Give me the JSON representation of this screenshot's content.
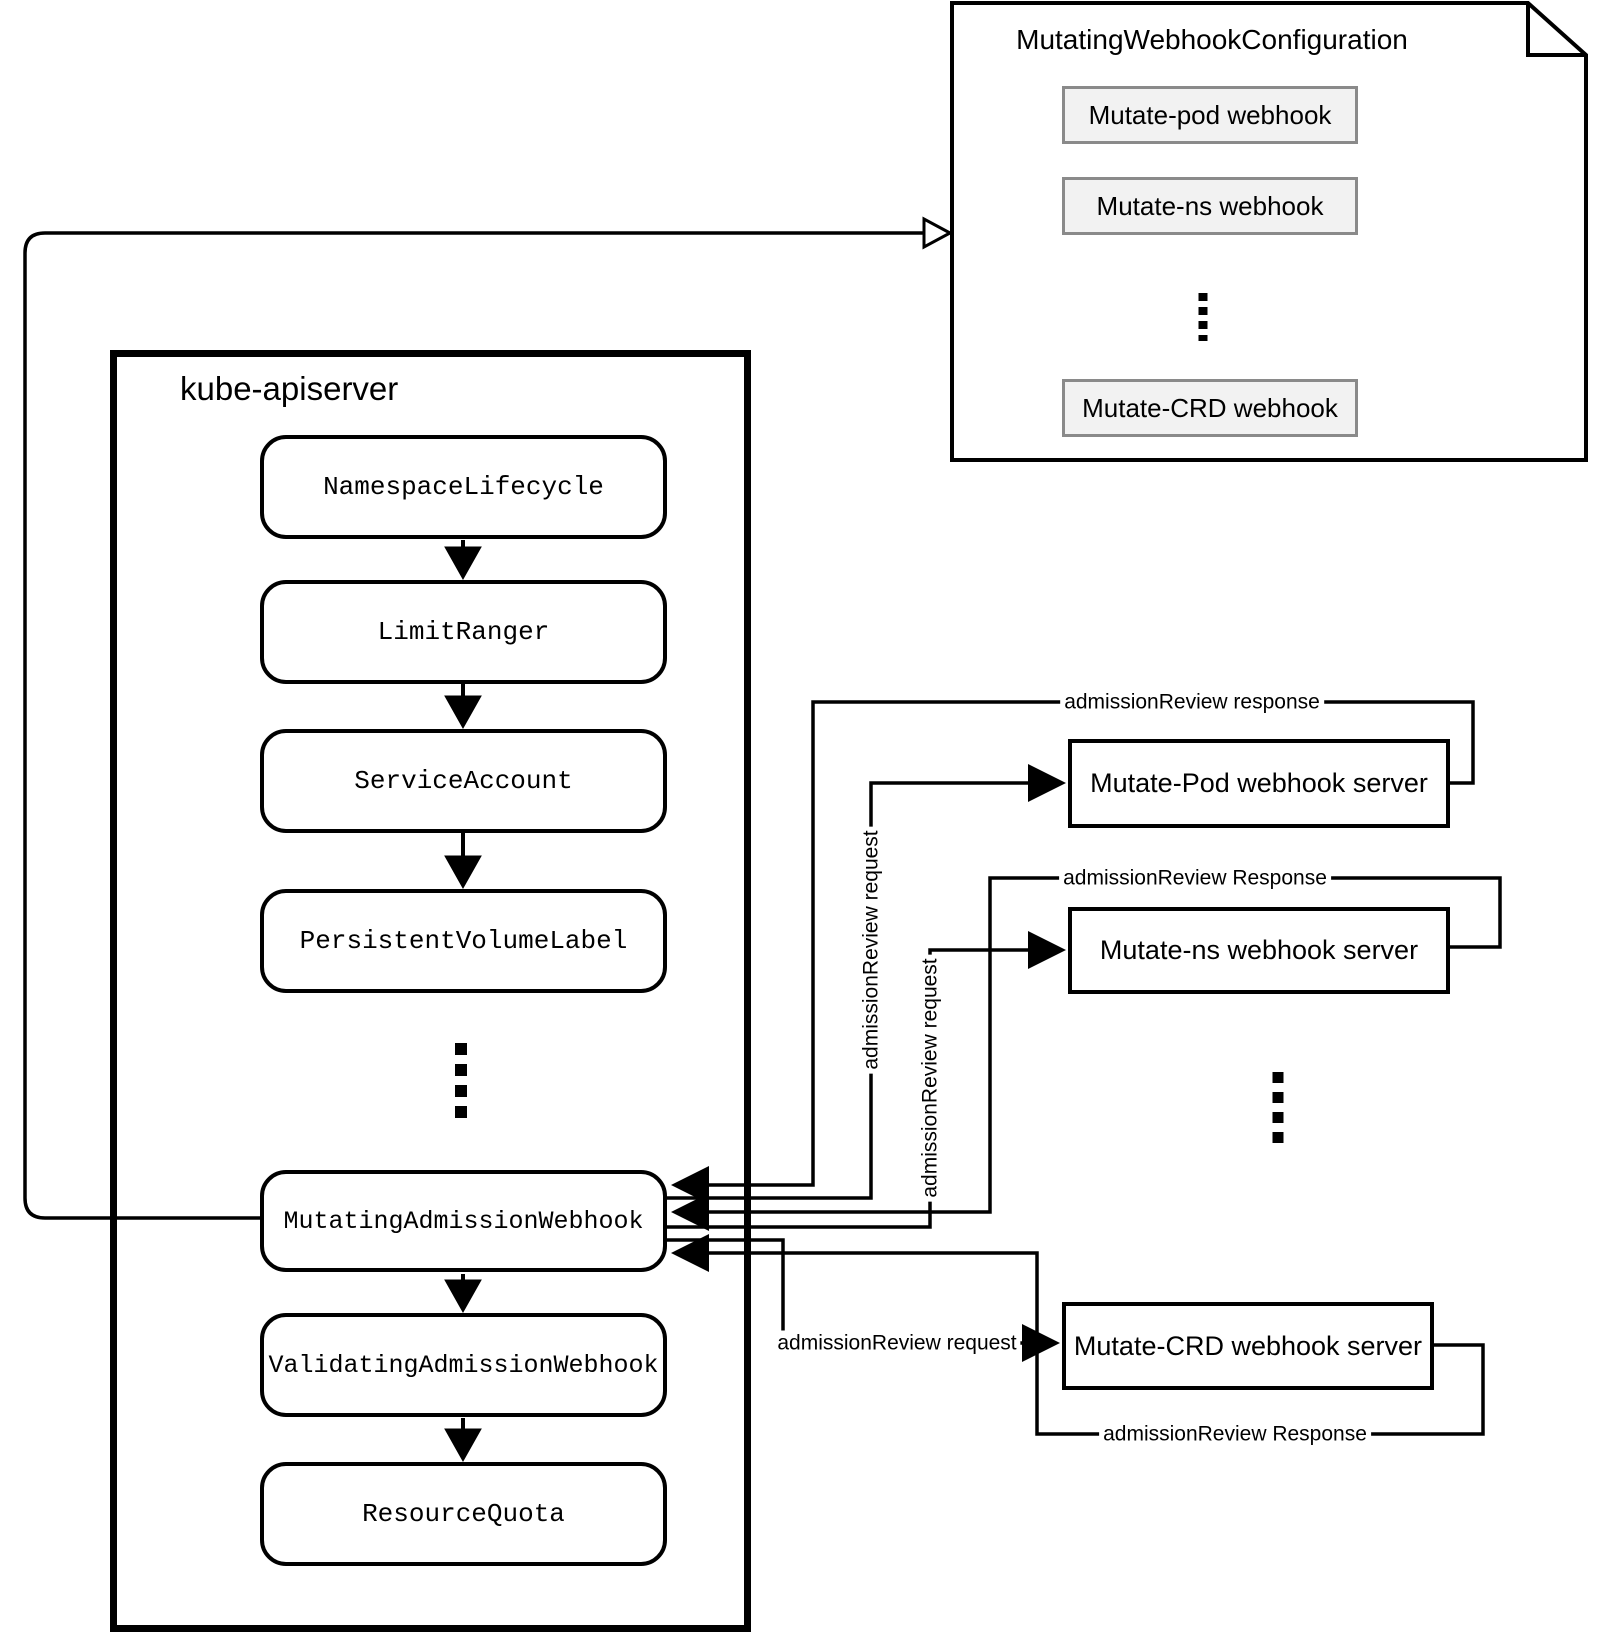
{
  "kube_apiserver": {
    "title": "kube-apiserver",
    "admission_plugins": [
      "NamespaceLifecycle",
      "LimitRanger",
      "ServiceAccount",
      "PersistentVolumeLabel",
      "MutatingAdmissionWebhook",
      "ValidatingAdmissionWebhook",
      "ResourceQuota"
    ]
  },
  "webhook_configuration": {
    "title": "MutatingWebhookConfiguration",
    "webhooks": [
      "Mutate-pod webhook",
      "Mutate-ns webhook",
      "Mutate-CRD webhook"
    ]
  },
  "webhook_servers": [
    "Mutate-Pod webhook server",
    "Mutate-ns webhook server",
    "Mutate-CRD webhook server"
  ],
  "edge_labels": {
    "pod_response": "admissionReview response",
    "pod_request": "admissionReview request",
    "ns_response": "admissionReview Response",
    "ns_request": "admissionReview request",
    "crd_request": "admissionReview request",
    "crd_response": "admissionReview Response"
  },
  "colors": {
    "line": "#000000",
    "background": "#ffffff",
    "webhook_box_fill": "#f2f2f2",
    "webhook_box_border": "#8a8a8a"
  }
}
